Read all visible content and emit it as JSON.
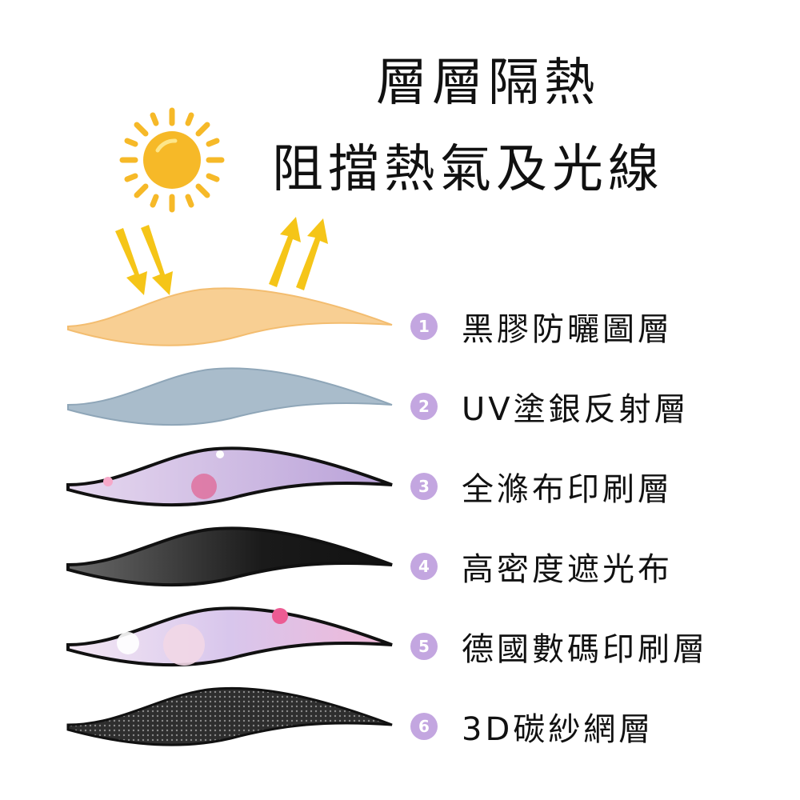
{
  "title": {
    "line1": "層層隔熱",
    "line2": "阻擋熱氣及光線"
  },
  "icons": {
    "sun": "sun-icon",
    "arrows_down": "arrow-down-icon",
    "arrows_up": "arrow-up-icon"
  },
  "colors": {
    "sun": "#f6b928",
    "arrow": "#f5c518",
    "layer1": "#f8cf93",
    "layer2": "#a9bccb",
    "layer3": "#c9b4df",
    "layer4": "#1c1c1c",
    "layer5": "#e8d6f0",
    "layer6": "#3a3a3a",
    "badge": "#c3a6e0"
  },
  "layers": [
    {
      "num": "1",
      "label": "黑膠防曬圖層"
    },
    {
      "num": "2",
      "label": "UV塗銀反射層"
    },
    {
      "num": "3",
      "label": "全滌布印刷層"
    },
    {
      "num": "4",
      "label": "高密度遮光布"
    },
    {
      "num": "5",
      "label": "德國數碼印刷層"
    },
    {
      "num": "6",
      "label": "3D碳紗網層"
    }
  ]
}
